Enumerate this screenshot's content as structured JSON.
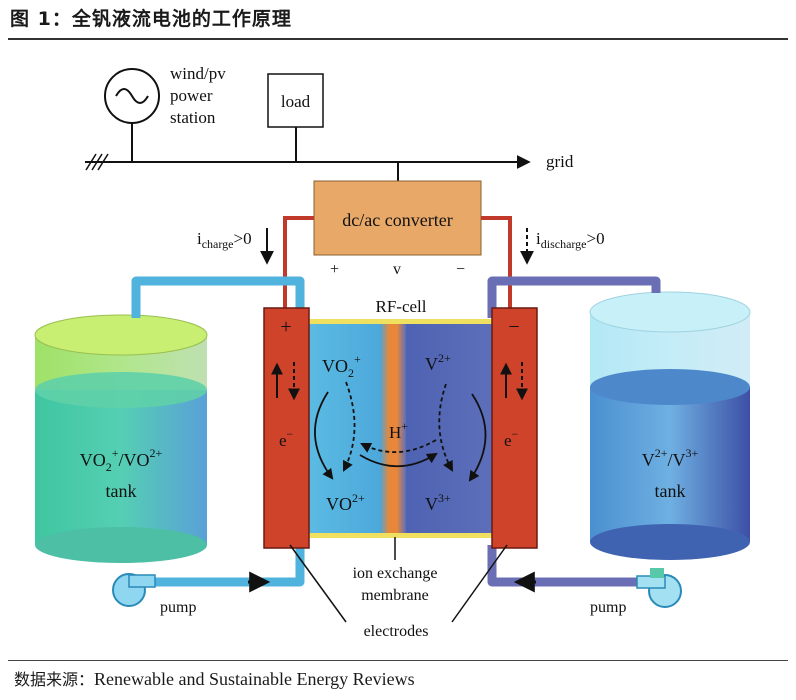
{
  "figure": {
    "title": "图 1：全钒液流电池的工作原理",
    "source_label": "数据来源：",
    "source_text": "Renewable and Sustainable Energy Reviews"
  },
  "labels": {
    "power_station": [
      "wind/pv",
      "power",
      "station"
    ],
    "load": "load",
    "grid": "grid",
    "converter": "dc/ac converter",
    "plus": "+",
    "v": "v",
    "minus": "−",
    "i_charge_main": "i",
    "i_charge_sub": "charge",
    "i_charge_cond": ">0",
    "i_discharge_main": "i",
    "i_discharge_sub": "discharge",
    "i_discharge_cond": ">0",
    "rf_cell": "RF-cell",
    "electrode_plus": "+",
    "electrode_minus": "−",
    "electron": "e",
    "electron_sign": "−",
    "vo2p": "VO",
    "vo2p_sub": "2",
    "vo2p_sup": "+",
    "vo2plus": "VO",
    "vo2plus_sup": "2+",
    "v2plus": "V",
    "v2plus_sup": "2+",
    "v3plus": "V",
    "v3plus_sup": "3+",
    "hplus": "H",
    "hplus_sup": "+",
    "left_tank_line1_a": "VO",
    "left_tank_line1_sub": "2",
    "left_tank_line1_sup": "+",
    "left_tank_line1_b": "/VO",
    "left_tank_line1_sup2": "2+",
    "left_tank_line2": "tank",
    "right_tank_line1_a": "V",
    "right_tank_line1_sup": "2+",
    "right_tank_line1_b": "/V",
    "right_tank_line1_sup2": "3+",
    "right_tank_line2": "tank",
    "pump_left": "pump",
    "pump_right": "pump",
    "membrane": [
      "ion exchange",
      "membrane"
    ],
    "electrodes": "electrodes"
  },
  "colors": {
    "converter": "#e8a867",
    "wire": "#c0392b",
    "electrode": "#d0432b",
    "catholyte": "#55b8e0",
    "anolyte": "#5a6fb8",
    "membrane": "#e8873a",
    "left_pipe": "#4fb3dd",
    "right_pipe": "#6a6fb5"
  }
}
